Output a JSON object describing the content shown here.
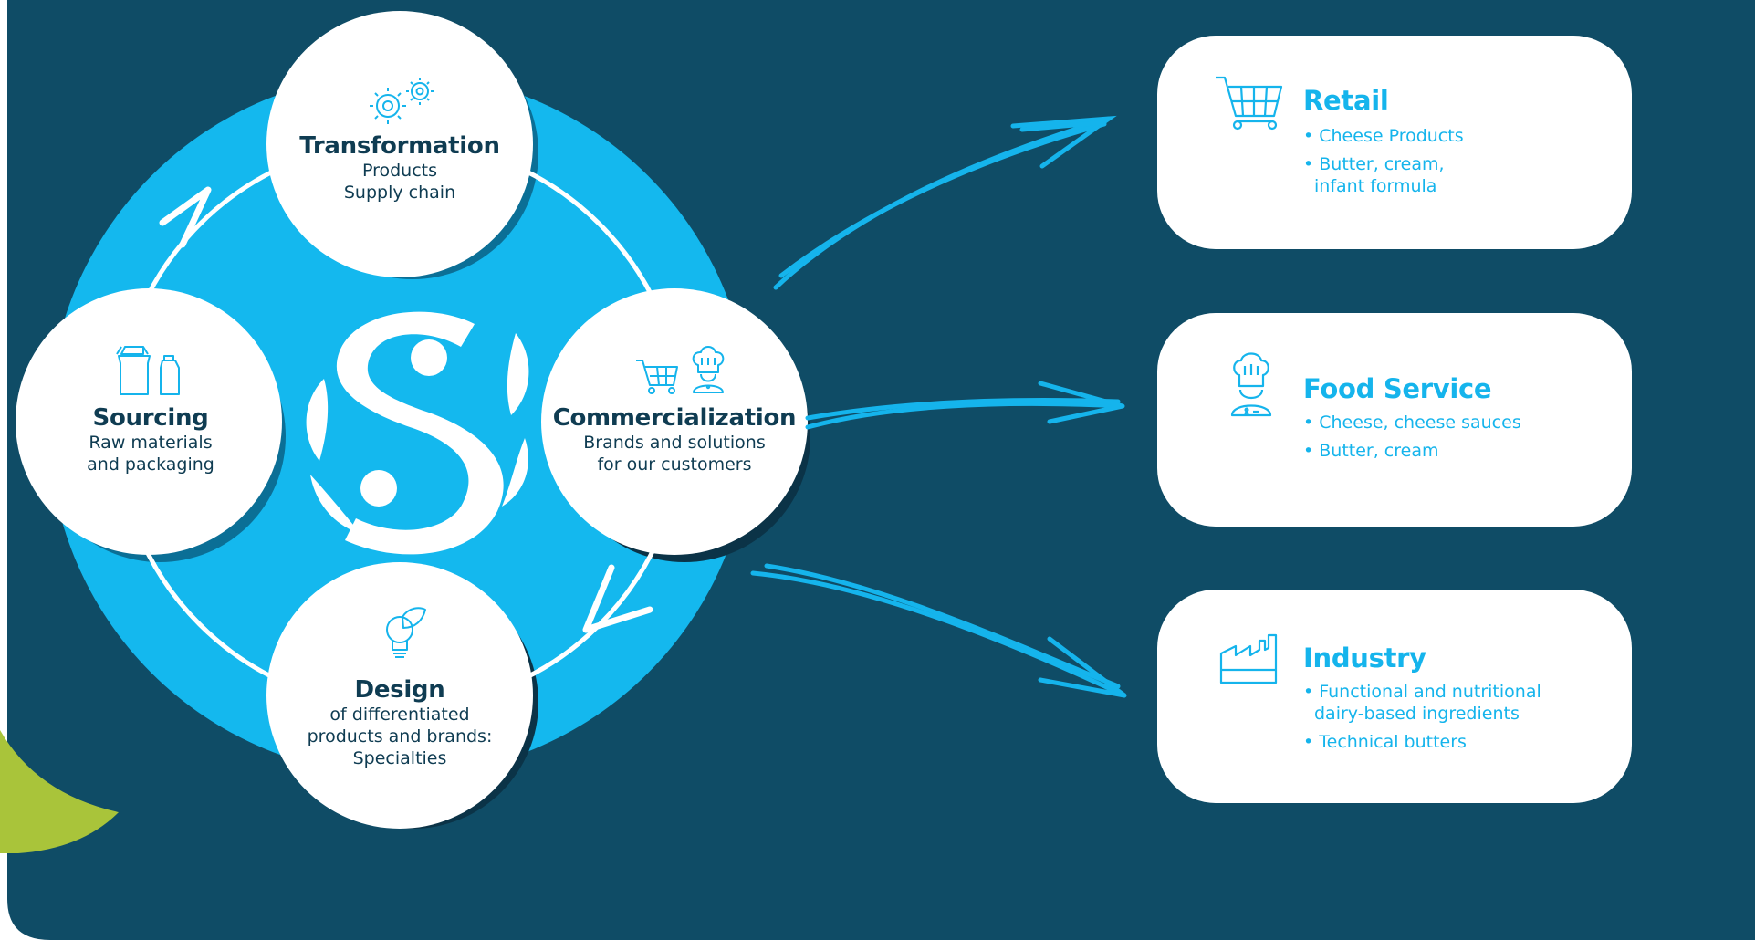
{
  "colors": {
    "background": "#0f4c66",
    "ring": "#14b8ee",
    "circle": "#ffffff",
    "dark_text": "#0f3c52",
    "accent": "#15b4ec",
    "leaf": "#a9c43a"
  },
  "cycle": {
    "transformation": {
      "title": "Transformation",
      "lines": [
        "Products",
        "Supply chain"
      ],
      "icon": "gears-icon"
    },
    "sourcing": {
      "title": "Sourcing",
      "lines": [
        "Raw materials",
        "and packaging"
      ],
      "icon": "milk-cartons-icon"
    },
    "commercialization": {
      "title": "Commercialization",
      "lines": [
        "Brands and solutions",
        "for our customers"
      ],
      "icon": "cart-and-chef-icon"
    },
    "design": {
      "title": "Design",
      "lines": [
        "of differentiated",
        "products and brands:",
        "Specialties"
      ],
      "icon": "lightbulb-leaf-icon"
    }
  },
  "markets": [
    {
      "title": "Retail",
      "icon": "shopping-cart-icon",
      "items": [
        "Cheese Products",
        "Butter, cream, infant formula"
      ]
    },
    {
      "title": "Food Service",
      "icon": "chef-icon",
      "items": [
        "Cheese, cheese sauces",
        "Butter, cream"
      ]
    },
    {
      "title": "Industry",
      "icon": "factory-icon",
      "items": [
        "Functional and nutritional dairy-based ingredients",
        "Technical butters"
      ]
    }
  ]
}
